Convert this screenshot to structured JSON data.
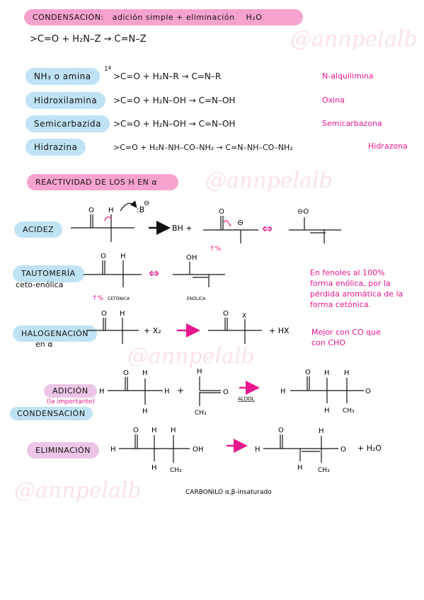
{
  "watermark": "@annpelalb",
  "condensation": {
    "title": "CONDENSACIÓN:",
    "subtitle": "adición simple + eliminación",
    "subtitle_water": "H₂O",
    "general_reaction": ">C=O + H₂N–Z → C=N–Z"
  },
  "reagents": [
    {
      "name": "NH₃ o amina",
      "extra": "1ª",
      "reaction": ">C=O + H₂N–R → C=N–R",
      "product": "N-alquilimina"
    },
    {
      "name": "Hidroxilamina",
      "reaction": ">C=O + H₂N–OH → C=N–OH",
      "product": "Oxina"
    },
    {
      "name": "Semicarbazida",
      "reaction": ">C=O + H₂N–OH → C=N–OH",
      "product": "Semicarbazona"
    },
    {
      "name": "Hidrazina",
      "reaction": ">C=O + H₂N–NH–CO–NH₂ → C=N–NH–CO–NH₂",
      "product": "Hidrazona"
    }
  ],
  "reactivity": {
    "title": "REACTIVIDAD DE LOS H EN α",
    "acidez": {
      "label": "ACIDEZ",
      "base": ":B",
      "bh": "BH +",
      "up_pct": "↑%"
    },
    "tautomeria": {
      "label_1": "TAUTOMERÍA",
      "label_2": "ceto-enólica",
      "up_pct": "↑%",
      "keto": "CETÓNICA",
      "enol": "ENÓLICA",
      "note": "En fenoles al 100% forma enólica, por la pérdida aromática de la forma cetónica."
    },
    "halogenacion": {
      "label_1": "HALOGENACIÓN",
      "label_2": "en α",
      "reagent": "+ X₂",
      "x": "X",
      "product_extra": "+ HX",
      "note": "Mejor con CO que con CHO"
    },
    "adicion": {
      "label_1": "ADICIÓN",
      "label_2": "(la importante)",
      "label_3": "CONDENSACIÓN",
      "aldol": "ALDOL",
      "plus": "+"
    },
    "eliminacion": {
      "label": "ELIMINACIÓN",
      "product_extra": "+ H₂O",
      "caption": "CARBONILO α,β-insaturado"
    }
  }
}
